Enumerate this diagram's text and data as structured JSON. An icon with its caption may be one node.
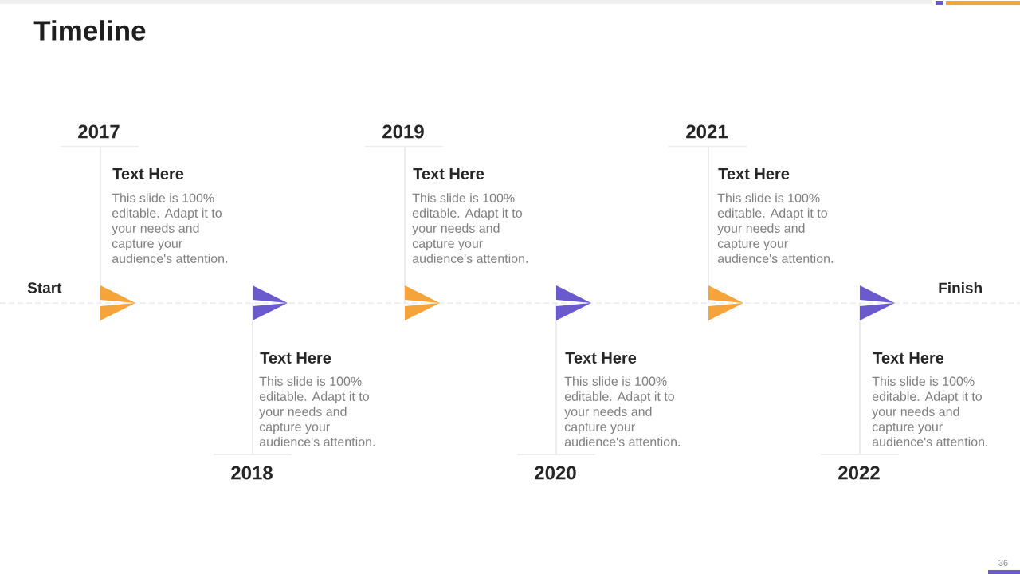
{
  "diagram": {
    "title": "Timeline",
    "labels": [
      "Start",
      "2017",
      "Text Here",
      "This slide is 100% editable. Adapt it to your needs and capture your audience's attention.",
      "2018",
      "Text Here",
      "This slide is 100% editable. Adapt it to your needs and capture your audience's attention.",
      "2019",
      "Text Here",
      "This slide is 100% editable. Adapt it to your needs and capture your audience's attention.",
      "2020",
      "Text Here",
      "This slide is 100% editable. Adapt it to your needs and capture your audience's attention.",
      "2021",
      "Text Here",
      "This slide is 100% editable. Adapt it to your needs and capture your audience's attention.",
      "2022",
      "Text Here",
      "This slide is 100% editable. Adapt it to your needs and capture your audience's attention.",
      "Finish",
      "36"
    ]
  }
}
